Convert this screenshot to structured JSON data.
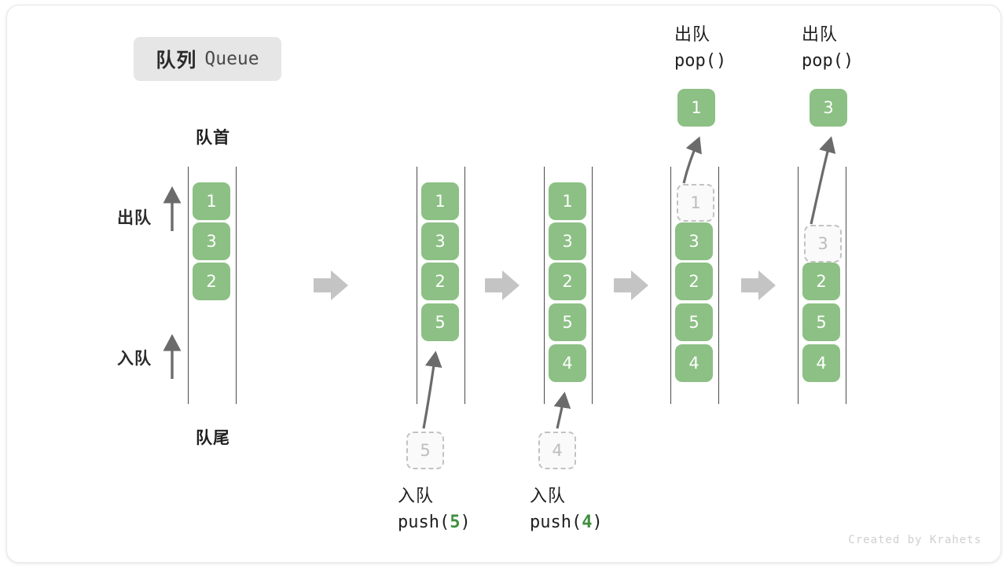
{
  "title": {
    "cn": "队列",
    "en": "Queue"
  },
  "labels": {
    "front": "队首",
    "rear": "队尾",
    "dequeue": "出队",
    "enqueue": "入队"
  },
  "credit": "Created by Krahets",
  "colors": {
    "cell_fill": "#8cc084",
    "cell_text": "#ffffff",
    "ghost_border": "#c2c2c2",
    "ghost_text": "#bdbdbd",
    "rail": "#4b4b4b",
    "arrow_gray": "#6b6b6b",
    "transition_arrow": "#c4c4c4",
    "accent_green": "#3f8f3f",
    "badge_bg": "#e6e6e6"
  },
  "captions": [
    {
      "cn": "入队",
      "code_pre": "push(",
      "code_num": "5",
      "code_post": ")"
    },
    {
      "cn": "入队",
      "code_pre": "push(",
      "code_num": "4",
      "code_post": ")"
    },
    {
      "cn": "出队",
      "code_pre": "pop(",
      "code_num": "",
      "code_post": ")"
    },
    {
      "cn": "出队",
      "code_pre": "pop(",
      "code_num": "",
      "code_post": ")"
    }
  ],
  "columns": [
    {
      "name": "initial-queue",
      "cells": [
        {
          "value": "1",
          "state": "filled"
        },
        {
          "value": "3",
          "state": "filled"
        },
        {
          "value": "2",
          "state": "filled"
        }
      ]
    },
    {
      "name": "after-push-5",
      "cells": [
        {
          "value": "1",
          "state": "filled"
        },
        {
          "value": "3",
          "state": "filled"
        },
        {
          "value": "2",
          "state": "filled"
        },
        {
          "value": "5",
          "state": "filled"
        }
      ],
      "incoming": {
        "value": "5",
        "state": "ghost"
      }
    },
    {
      "name": "after-push-4",
      "cells": [
        {
          "value": "1",
          "state": "filled"
        },
        {
          "value": "3",
          "state": "filled"
        },
        {
          "value": "2",
          "state": "filled"
        },
        {
          "value": "5",
          "state": "filled"
        },
        {
          "value": "4",
          "state": "filled"
        }
      ],
      "incoming": {
        "value": "4",
        "state": "ghost"
      }
    },
    {
      "name": "after-pop-1",
      "cells": [
        {
          "value": "1",
          "state": "ghost"
        },
        {
          "value": "3",
          "state": "filled"
        },
        {
          "value": "2",
          "state": "filled"
        },
        {
          "value": "5",
          "state": "filled"
        },
        {
          "value": "4",
          "state": "filled"
        }
      ],
      "popped": {
        "value": "1",
        "state": "filled"
      }
    },
    {
      "name": "after-pop-3",
      "cells": [
        {
          "value": "3",
          "state": "ghost"
        },
        {
          "value": "2",
          "state": "filled"
        },
        {
          "value": "5",
          "state": "filled"
        },
        {
          "value": "4",
          "state": "filled"
        }
      ],
      "popped": {
        "value": "3",
        "state": "filled"
      }
    }
  ]
}
